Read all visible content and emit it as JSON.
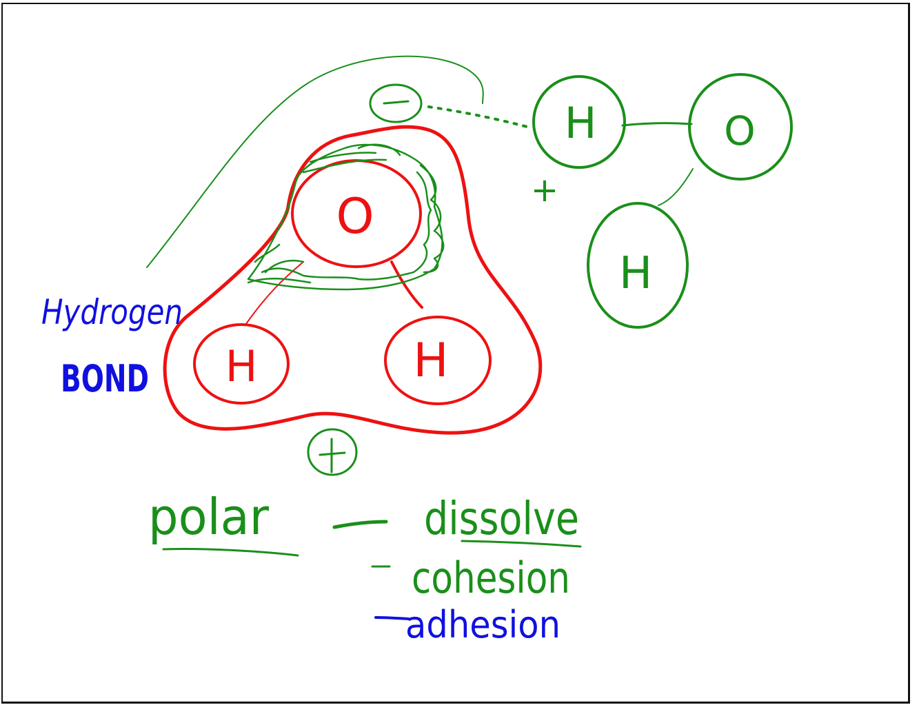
{
  "colors": {
    "red": "#ee1111",
    "green": "#1a8f1a",
    "blue": "#1010e0",
    "frame": "#111111"
  },
  "water_molecule": {
    "oxygen_label": "O",
    "hydrogen_left_label": "H",
    "hydrogen_right_label": "H",
    "negative_charge": "−",
    "positive_charge": "+"
  },
  "neighbor_molecule": {
    "oxygen_label": "O",
    "hydrogen_top_label": "H",
    "hydrogen_bottom_label": "H",
    "partial_charge": "+"
  },
  "hydrogen_bond_label": {
    "line1": "Hydrogen",
    "line2": "BOND"
  },
  "properties": {
    "heading": "polar",
    "items": [
      "dissolve",
      "cohesion",
      "adhesion"
    ]
  }
}
